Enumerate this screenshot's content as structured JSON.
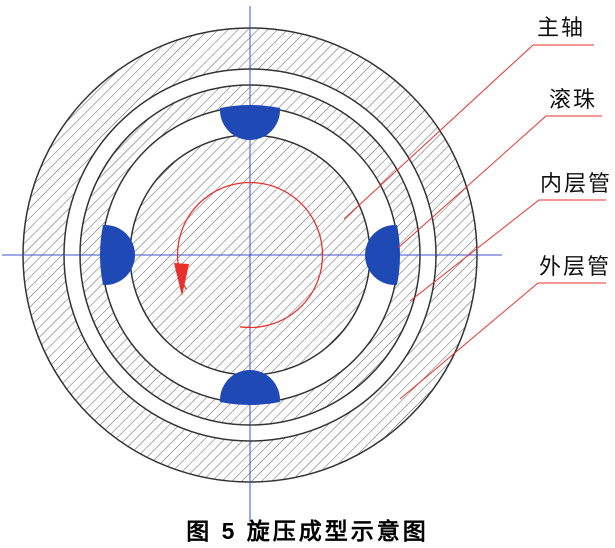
{
  "figure": {
    "caption": "图 5  旋压成型示意图"
  },
  "labels": [
    {
      "id": "spindle",
      "text": "主轴"
    },
    {
      "id": "ball",
      "text": "滚珠"
    },
    {
      "id": "inner-tube",
      "text": "内层管"
    },
    {
      "id": "outer-tube",
      "text": "外层管"
    }
  ],
  "colors": {
    "centerline": "#3c52cc",
    "ball": "#1f49b5",
    "leader": "#e8312a",
    "rotation_arrow": "#e8312a",
    "hatch": "#4d4d4d",
    "outline": "#333333"
  }
}
